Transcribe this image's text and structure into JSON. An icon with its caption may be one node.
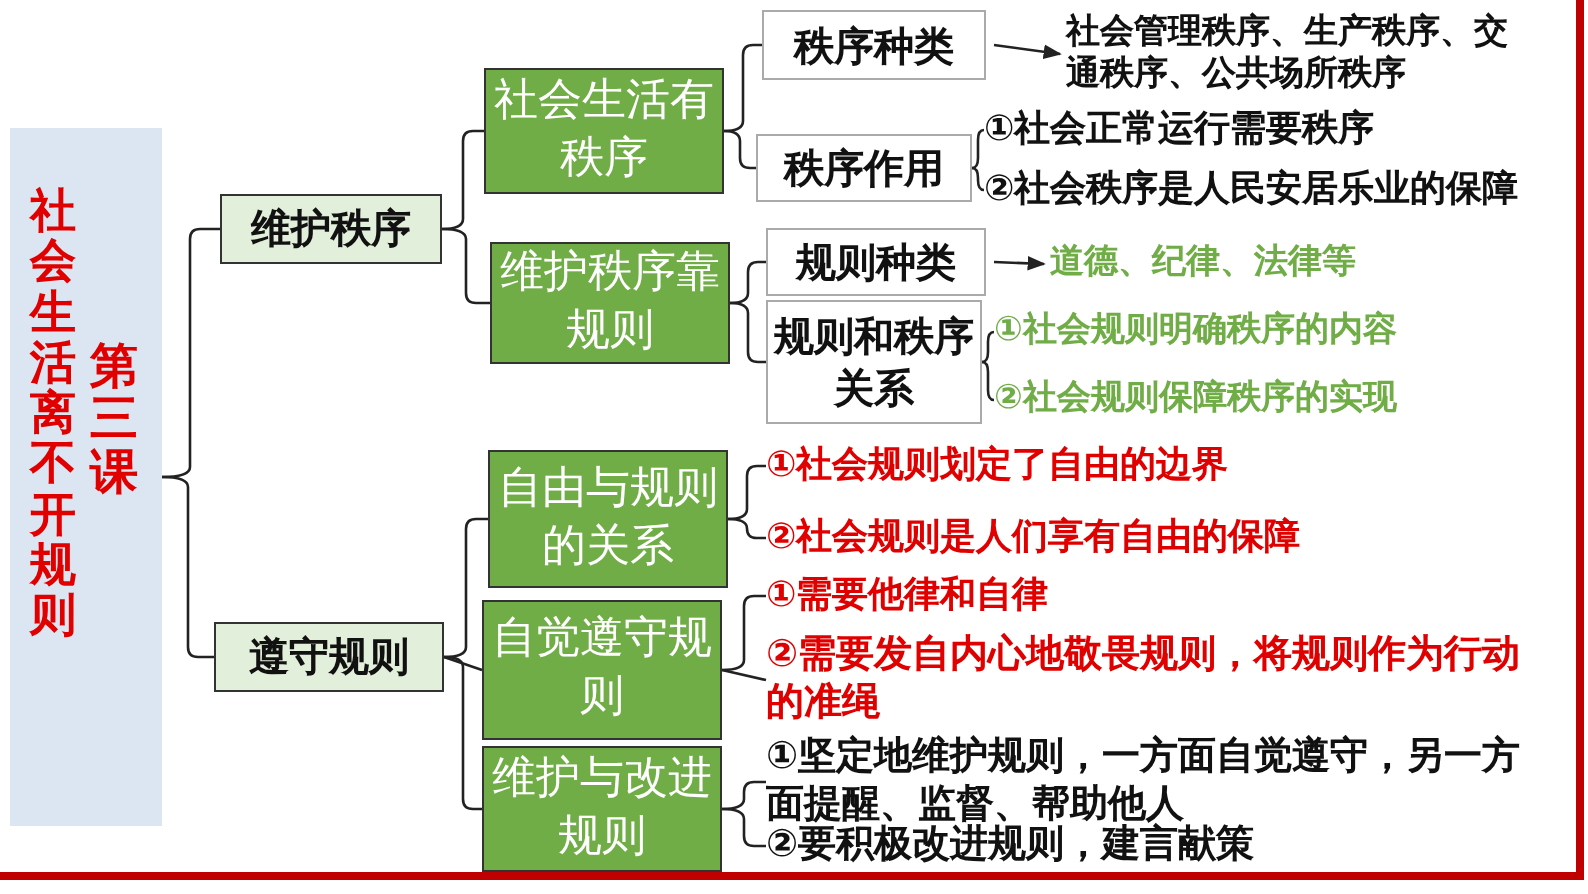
{
  "diagram": {
    "nodes": [
      {
        "text": [
          "社会生活离不开规则",
          "第三课"
        ]
      },
      {
        "text": [
          "维护秩序"
        ]
      },
      {
        "text": [
          "社会生活有秩序"
        ]
      },
      {
        "text": [
          "秩序种类"
        ]
      },
      {
        "text": [
          "社会管理秩序、生产秩序、交通秩序、公共场所秩序"
        ]
      },
      {
        "text": [
          "秩序作用"
        ]
      },
      {
        "text": [
          "①社会正常运行需要秩序"
        ]
      },
      {
        "text": [
          "②社会秩序是人民安居乐业的保障"
        ]
      },
      {
        "text": [
          "维护秩序靠规则"
        ]
      },
      {
        "text": [
          "规则种类"
        ]
      },
      {
        "text": [
          "道德、纪律、法律等"
        ]
      },
      {
        "text": [
          "规则和秩序关系"
        ]
      },
      {
        "text": [
          "①社会规则明确秩序的内容"
        ]
      },
      {
        "text": [
          "②社会规则保障秩序的实现"
        ]
      },
      {
        "text": [
          "遵守规则"
        ]
      },
      {
        "text": [
          "自由与规则的关系"
        ]
      },
      {
        "text": [
          "①社会规则划定了自由的边界"
        ]
      },
      {
        "text": [
          "②社会规则是人们享有自由的保障"
        ]
      },
      {
        "text": [
          "自觉遵守规则"
        ]
      },
      {
        "text": [
          "①需要他律和自律"
        ]
      },
      {
        "text": [
          "②需要发自内心地敬畏规则，将规则作为行动的准绳"
        ]
      },
      {
        "text": [
          "维护与改进规则"
        ]
      },
      {
        "text": [
          "①坚定地维护规则，一方面自觉遵守，另一方面提醒、监督、帮助他人"
        ]
      },
      {
        "text": [
          "②要积极改进规则，建言献策"
        ]
      }
    ],
    "edges": [
      {
        "from": 0,
        "to": 1,
        "arrow": "none"
      },
      {
        "from": 0,
        "to": 14,
        "arrow": "none"
      },
      {
        "from": 1,
        "to": 2,
        "arrow": "none"
      },
      {
        "from": 1,
        "to": 8,
        "arrow": "none"
      },
      {
        "from": 2,
        "to": 3,
        "arrow": "none"
      },
      {
        "from": 2,
        "to": 5,
        "arrow": "none"
      },
      {
        "from": 3,
        "to": 4,
        "arrow": "to"
      },
      {
        "from": 5,
        "to": 6,
        "arrow": "none"
      },
      {
        "from": 5,
        "to": 7,
        "arrow": "none"
      },
      {
        "from": 8,
        "to": 9,
        "arrow": "none"
      },
      {
        "from": 8,
        "to": 11,
        "arrow": "none"
      },
      {
        "from": 9,
        "to": 10,
        "arrow": "to"
      },
      {
        "from": 11,
        "to": 12,
        "arrow": "none"
      },
      {
        "from": 11,
        "to": 13,
        "arrow": "none"
      },
      {
        "from": 14,
        "to": 15,
        "arrow": "none"
      },
      {
        "from": 14,
        "to": 18,
        "arrow": "none"
      },
      {
        "from": 14,
        "to": 21,
        "arrow": "none"
      },
      {
        "from": 15,
        "to": 16,
        "arrow": "none"
      },
      {
        "from": 15,
        "to": 17,
        "arrow": "none"
      },
      {
        "from": 18,
        "to": 19,
        "arrow": "none"
      },
      {
        "from": 18,
        "to": 20,
        "arrow": "none"
      },
      {
        "from": 21,
        "to": 22,
        "arrow": "none"
      },
      {
        "from": 21,
        "to": 23,
        "arrow": "none"
      }
    ]
  }
}
